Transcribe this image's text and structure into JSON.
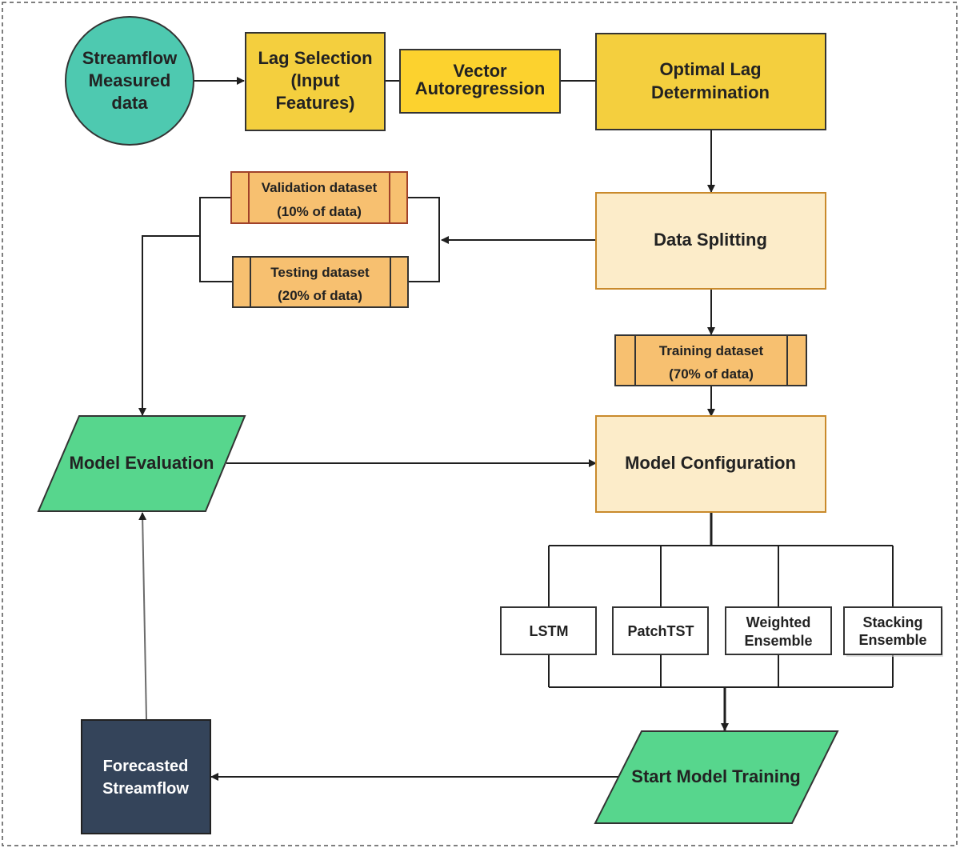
{
  "nodes": {
    "streamflow_measured": {
      "lines": [
        "Streamflow",
        "Measured",
        "data"
      ],
      "fill": "#4ec9b0"
    },
    "lag_selection": {
      "lines": [
        "Lag Selection",
        "(Input",
        "Features)"
      ],
      "fill": "#f4cf3e"
    },
    "vector_autoregression": {
      "lines": [
        "Vector",
        "Autoregression"
      ],
      "fill": "#fcd22e"
    },
    "optimal_lag": {
      "lines": [
        "Optimal Lag",
        "Determination"
      ],
      "fill": "#f4cf3e"
    },
    "data_splitting": {
      "label": "Data Splitting",
      "fill": "#fcecc9"
    },
    "validation_dataset": {
      "lines": [
        "Validation dataset",
        "(10% of data)"
      ],
      "fill": "#f7c070"
    },
    "testing_dataset": {
      "lines": [
        "Testing dataset",
        "(20% of data)"
      ],
      "fill": "#f7c070"
    },
    "training_dataset": {
      "lines": [
        "Training dataset",
        "(70% of data)"
      ],
      "fill": "#f7c070"
    },
    "model_configuration": {
      "label": "Model Configuration",
      "fill": "#fcecc9"
    },
    "model_evaluation": {
      "label": "Model Evaluation",
      "fill": "#57d68d"
    },
    "lstm": {
      "label": "LSTM"
    },
    "patchtst": {
      "label": "PatchTST"
    },
    "weighted_ensemble": {
      "lines": [
        "Weighted",
        "Ensemble"
      ]
    },
    "stacking_ensemble": {
      "lines": [
        "Stacking",
        "Ensemble"
      ]
    },
    "start_model_training": {
      "label": "Start Model Training",
      "fill": "#57d68d"
    },
    "forecasted_streamflow": {
      "lines": [
        "Forecasted",
        "Streamflow"
      ],
      "fill": "#34445a"
    }
  },
  "colors": {
    "line": "#1f1f1f",
    "border_dark": "#333333",
    "border_orange": "#c98a2c",
    "border_red": "#a0412a"
  }
}
